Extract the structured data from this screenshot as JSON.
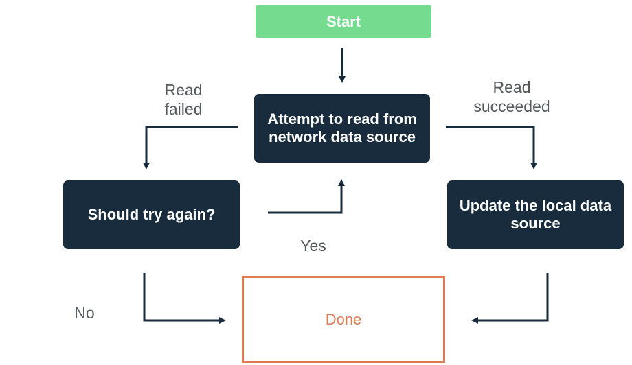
{
  "nodes": {
    "start": "Start",
    "attempt": "Attempt to read from network data source",
    "retry": "Should try again?",
    "update": "Update the local data source",
    "done": "Done"
  },
  "edge_labels": {
    "read_failed": "Read failed",
    "read_succeeded": "Read succeeded",
    "yes": "Yes",
    "no": "No"
  },
  "colors": {
    "start_fill": "#74db8f",
    "node_fill": "#182c3d",
    "done_stroke": "#e07b53",
    "label_text": "#555a5f"
  }
}
